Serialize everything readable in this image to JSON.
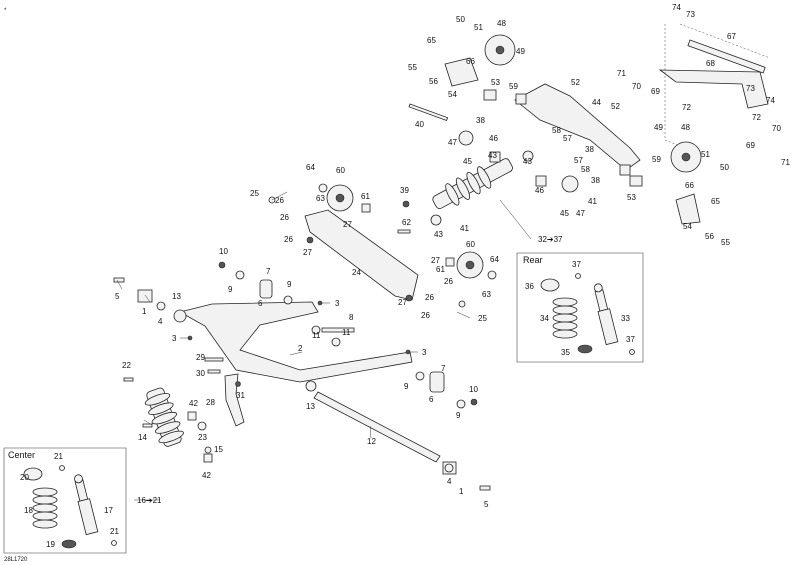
{
  "diagram": {
    "drawing_code": "28L1720",
    "panels": {
      "center": {
        "title": "Center"
      },
      "rear": {
        "title": "Rear"
      }
    },
    "callouts": [
      "1",
      "2",
      "3",
      "4",
      "5",
      "6",
      "7",
      "8",
      "9",
      "10",
      "11",
      "12",
      "13",
      "14",
      "15",
      "16➔21",
      "17",
      "18",
      "19",
      "20",
      "21",
      "22",
      "23",
      "24",
      "25",
      "26",
      "27",
      "28",
      "29",
      "30",
      "31",
      "32➔37",
      "33",
      "34",
      "35",
      "36",
      "37",
      "38",
      "39",
      "40",
      "41",
      "42",
      "43",
      "44",
      "45",
      "46",
      "47",
      "48",
      "49",
      "50",
      "51",
      "52",
      "53",
      "54",
      "55",
      "56",
      "57",
      "58",
      "59",
      "60",
      "61",
      "62",
      "63",
      "64",
      "65",
      "66",
      "67",
      "68",
      "69",
      "70",
      "71",
      "72",
      "73",
      "74"
    ]
  }
}
